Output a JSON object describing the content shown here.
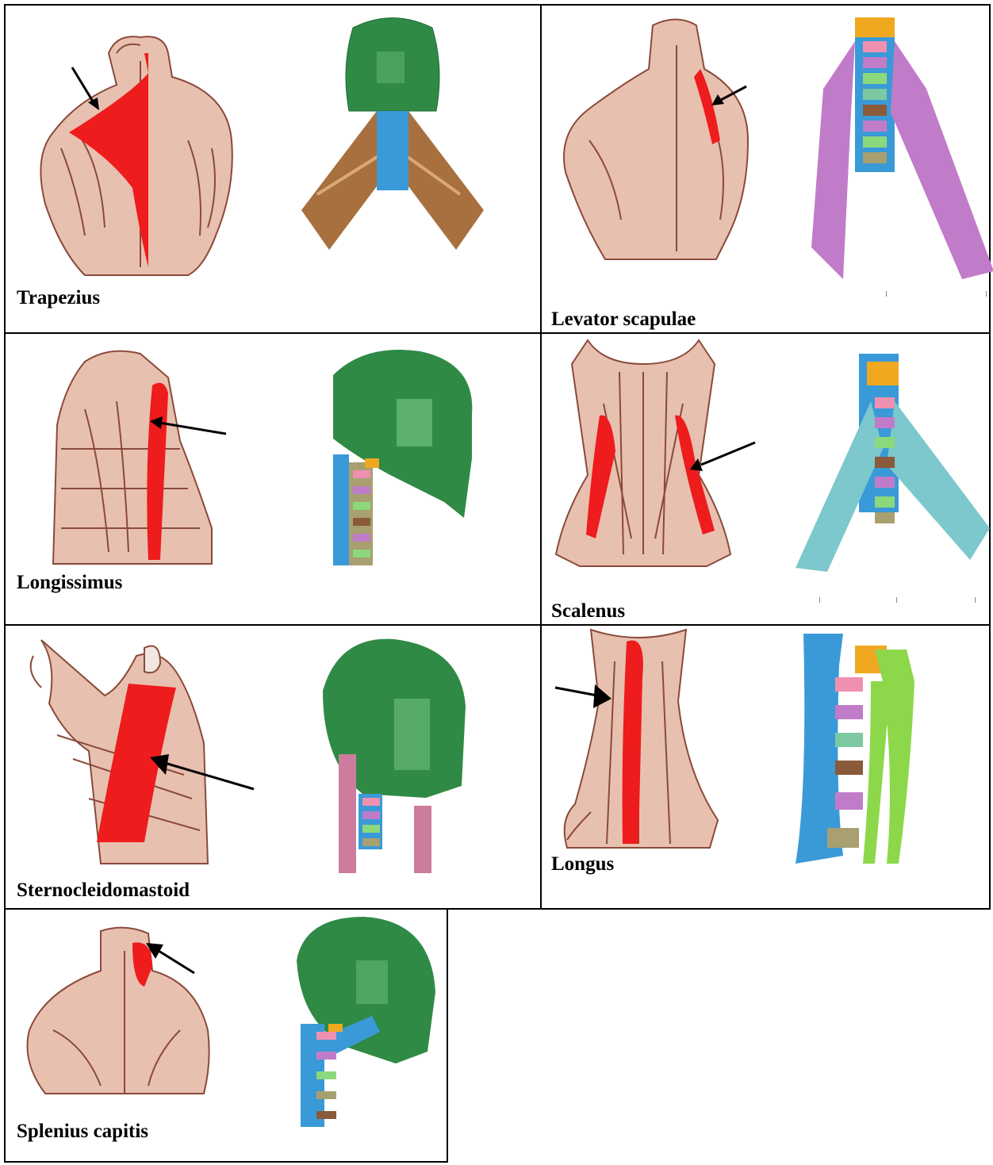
{
  "cells": {
    "trapezius": {
      "label": "Trapezius"
    },
    "levator_scapulae": {
      "label": "Levator scapulae"
    },
    "longissimus": {
      "label": "Longissimus"
    },
    "scalenus": {
      "label": "Scalenus"
    },
    "sternocleidomastoid": {
      "label": "Sternocleidomastoid"
    },
    "longus": {
      "label": "Longus"
    },
    "splenius_capitis": {
      "label": "Splenius capitis"
    }
  },
  "colors": {
    "muscle_highlight": "#ee1c1c",
    "anatomy_skin": "#e8b8a8",
    "anatomy_line": "#8a4a3a",
    "model_head": "#2f8a45",
    "model_spine_blue": "#3a9ad8",
    "model_trapezius": "#a8703e",
    "model_levator": "#c07cc8",
    "model_scalenus": "#7cc8cc",
    "model_scm": "#cc7c9c",
    "model_longus": "#8cd84a",
    "model_cap": "#f0a820"
  },
  "icons": [
    "arrow-icon",
    "anatomy-illustration",
    "model-render"
  ]
}
